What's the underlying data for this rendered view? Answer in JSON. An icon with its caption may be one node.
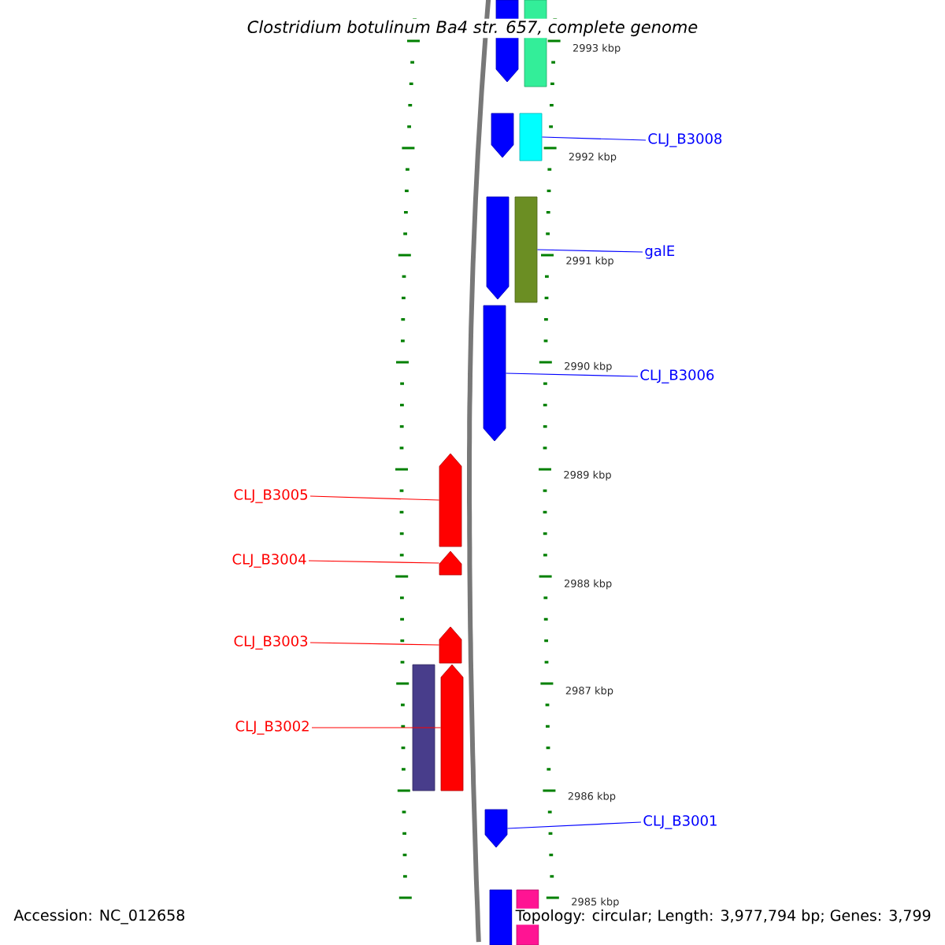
{
  "diagram": {
    "title": "Clostridium botulinum Ba4 str. 657, complete genome",
    "nodes": [
      {
        "text": [],
        "shape": "arrow"
      },
      {
        "text": [],
        "shape": "bar"
      },
      {
        "text": [
          "CLJ_B3008"
        ]
      },
      {
        "text": [],
        "shape": "arrow"
      },
      {
        "text": [],
        "shape": "bar"
      },
      {
        "text": [
          "galE"
        ]
      },
      {
        "text": [],
        "shape": "arrow"
      },
      {
        "text": [],
        "shape": "bar"
      },
      {
        "text": [
          "CLJ_B3006"
        ]
      },
      {
        "text": [],
        "shape": "arrow"
      },
      {
        "text": [
          "CLJ_B3005"
        ]
      },
      {
        "text": [],
        "shape": "arrow"
      },
      {
        "text": [
          "CLJ_B3004"
        ]
      },
      {
        "text": [],
        "shape": "arrow"
      },
      {
        "text": [
          "CLJ_B3003"
        ]
      },
      {
        "text": [],
        "shape": "arrow"
      },
      {
        "text": [
          "CLJ_B3002"
        ]
      },
      {
        "text": [],
        "shape": "bar"
      },
      {
        "text": [],
        "shape": "arrow"
      },
      {
        "text": [
          "CLJ_B3001"
        ]
      },
      {
        "text": [],
        "shape": "arrow"
      },
      {
        "text": [],
        "shape": "bar"
      },
      {
        "text": [],
        "shape": "bar"
      }
    ],
    "edges": [
      {
        "from": 2,
        "to": 4,
        "arrow": "none"
      },
      {
        "from": 5,
        "to": 7,
        "arrow": "none"
      },
      {
        "from": 8,
        "to": 9,
        "arrow": "none"
      },
      {
        "from": 10,
        "to": 11,
        "arrow": "none",
        "color": "#ff0000"
      },
      {
        "from": 12,
        "to": 13,
        "arrow": "none",
        "color": "#ff0000"
      },
      {
        "from": 14,
        "to": 15,
        "arrow": "none",
        "color": "#ff0000"
      },
      {
        "from": 16,
        "to": 18,
        "arrow": "none",
        "color": "#ff0000"
      },
      {
        "from": 19,
        "to": 20,
        "arrow": "none"
      }
    ],
    "labels": [
      "2993 kbp",
      "2992 kbp",
      "2991 kbp",
      "2990 kbp",
      "2989 kbp",
      "2988 kbp",
      "2987 kbp",
      "2986 kbp",
      "2985 kbp",
      "Accession: NC_012658",
      "Topology: circular; Length: 3,977,794 bp; Genes: 3,799"
    ]
  }
}
